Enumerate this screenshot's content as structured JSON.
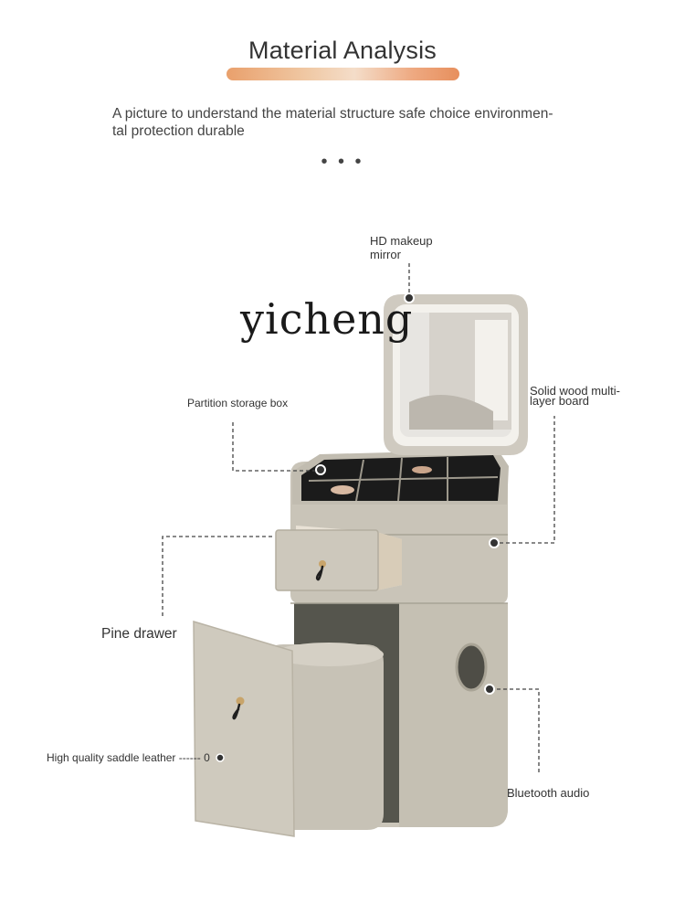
{
  "header": {
    "title": "Material Analysis",
    "subtitle_line1": "A picture to understand the material structure safe choice environmen-",
    "subtitle_line2": "tal protection durable",
    "ellipsis": "• • •"
  },
  "watermark": "yicheng",
  "callouts": {
    "mirror_line1": "HD makeup",
    "mirror_line2": "mirror",
    "partition": "Partition storage box",
    "board_line1": "Solid wood multi-",
    "board_line2": "layer board",
    "drawer": "Pine drawer",
    "leather": "High quality saddle leather ------ 0",
    "audio": "Bluetooth audio"
  },
  "colors": {
    "title_bar_start": "#e9a06c",
    "title_bar_end": "#e78f5d",
    "body_beige": "#c9c4b8",
    "body_dark": "#5a5a52",
    "handle_gold": "#c8a46a"
  }
}
